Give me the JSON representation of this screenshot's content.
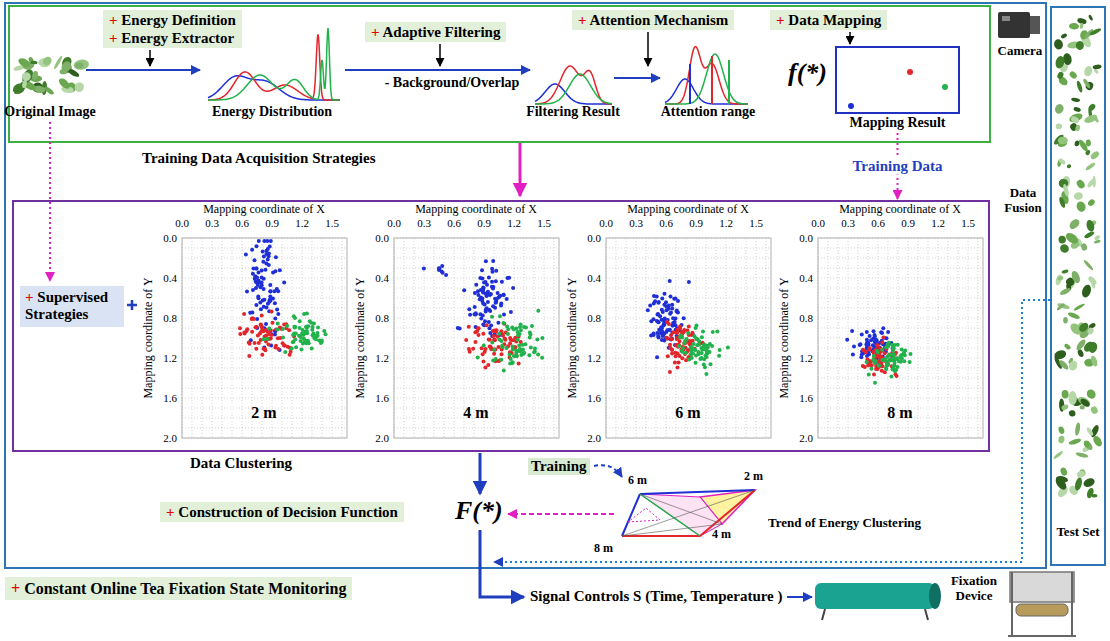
{
  "diagram": {
    "nodes": [
      {
        "text": [
          "+ Energy Definition",
          "+ Energy Extractor"
        ]
      },
      {
        "text": [
          "+ Adaptive Filtering"
        ]
      },
      {
        "text": [
          "+ Attention Mechanism"
        ]
      },
      {
        "text": [
          "+ Data Mapping"
        ]
      },
      {
        "text": [
          "Mapping Result"
        ]
      },
      {
        "text": [
          "Training Data Acquisition Strategies"
        ]
      },
      {
        "text": [
          "+ Supervised Strategies"
        ],
        "in": 5
      },
      {
        "text": [
          "+ Construction of Decision Function"
        ]
      },
      {
        "text": [
          "+ Constant Online Tea Fixation State Monitoring"
        ]
      },
      {
        "text": [
          "Test Set"
        ]
      }
    ],
    "edges": [
      {
        "from": 4,
        "to": 5,
        "label": "Training Data",
        "arrow": "to"
      }
    ],
    "labels": [
      "Original Image",
      "Energy Distribution",
      "- Background/Overlap",
      "Filtering Result",
      "Attention range",
      "f(*)",
      "Camera",
      "Data Fusion",
      "Mapping coordinate of X",
      "0.0",
      "0.3",
      "0.6",
      "0.9",
      "1.2",
      "1.5",
      "Mapping coordinate of Y",
      "0.0",
      "0.4",
      "0.8",
      "1.2",
      "1.6",
      "2.0",
      "2 m",
      "Mapping coordinate of X",
      "0.0",
      "0.3",
      "0.6",
      "0.9",
      "1.2",
      "1.5",
      "Mapping coordinate of Y",
      "0.0",
      "0.4",
      "0.8",
      "1.2",
      "1.6",
      "2.0",
      "4 m",
      "Mapping coordinate of X",
      "0.0",
      "0.3",
      "0.6",
      "0.9",
      "1.2",
      "1.5",
      "Mapping coordinate of Y",
      "0.0",
      "0.4",
      "0.8",
      "1.2",
      "1.6",
      "2.0",
      "6 m",
      "Mapping coordinate of X",
      "0.0",
      "0.3",
      "0.6",
      "0.9",
      "1.2",
      "1.5",
      "Mapping coordinate of Y",
      "0.0",
      "0.4",
      "0.8",
      "1.2",
      "1.6",
      "2.0",
      "8 m",
      "Data Clustering",
      "Training",
      "F(*)",
      "Trend of Energy Clustering",
      "6 m",
      "2 m",
      "8 m",
      "4 m",
      "Signal Controls S (Time, Temperature )",
      "Fixation Device"
    ]
  }
}
